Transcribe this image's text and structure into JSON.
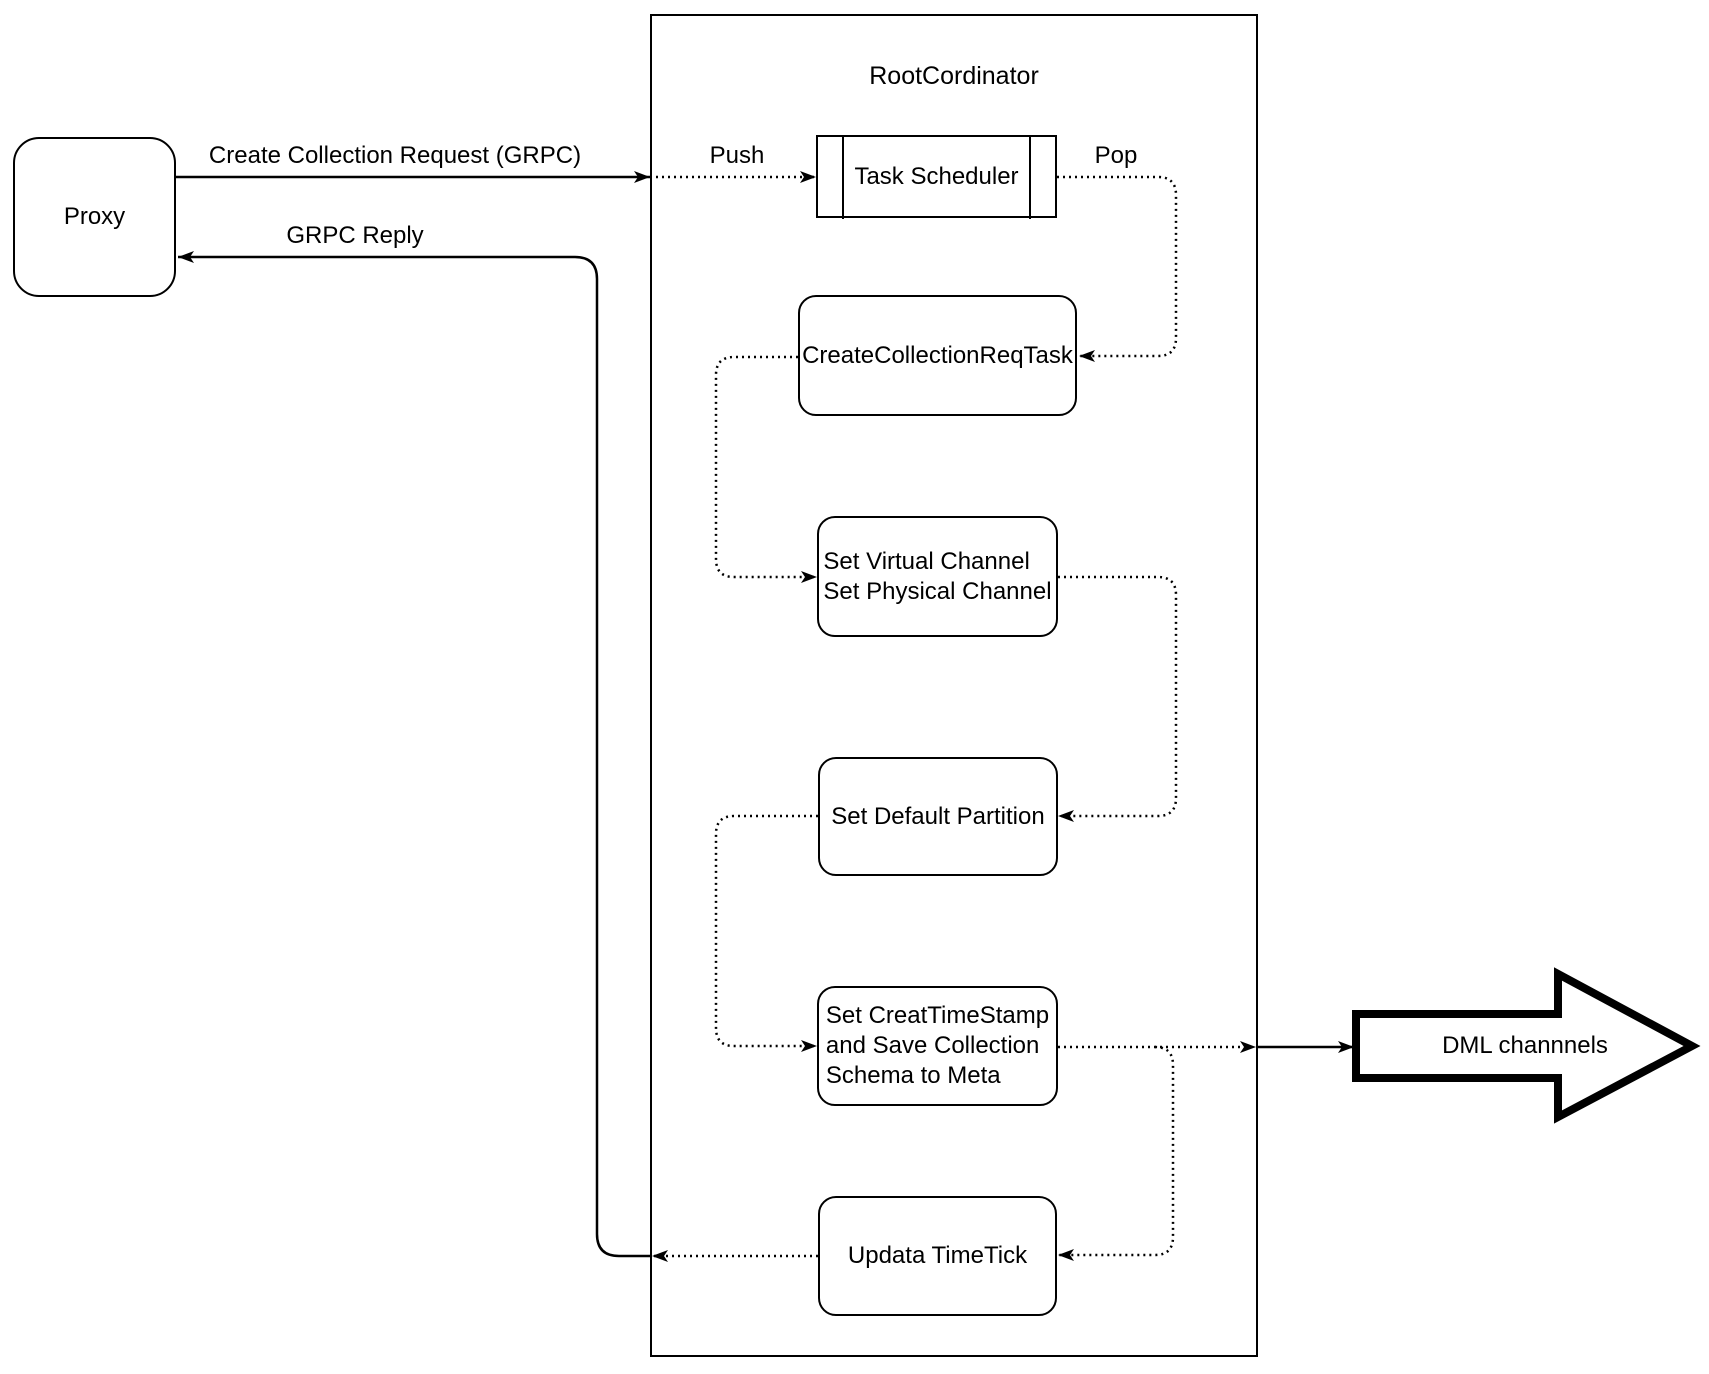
{
  "container": {
    "title": "RootCordinator"
  },
  "nodes": {
    "proxy": {
      "label": "Proxy"
    },
    "task_scheduler": {
      "label": "Task Scheduler"
    },
    "create_collection_req_task": {
      "label": "CreateCollectionReqTask"
    },
    "set_channels": {
      "line1": "Set Virtual Channel",
      "line2": "Set Physical Channel"
    },
    "set_default_partition": {
      "label": "Set Default Partition"
    },
    "set_creat_timestamp": {
      "line1": "Set CreatTimeStamp",
      "line2": "and Save Collection",
      "line3": "Schema to Meta"
    },
    "updata_timetick": {
      "label": "Updata TimeTick"
    },
    "dml_channels": {
      "label": "DML channnels"
    }
  },
  "edges": {
    "request": "Create Collection Request (GRPC)",
    "reply": "GRPC Reply",
    "push": "Push",
    "pop": "Pop"
  },
  "colors": {
    "stroke": "#000000",
    "background": "#ffffff"
  }
}
